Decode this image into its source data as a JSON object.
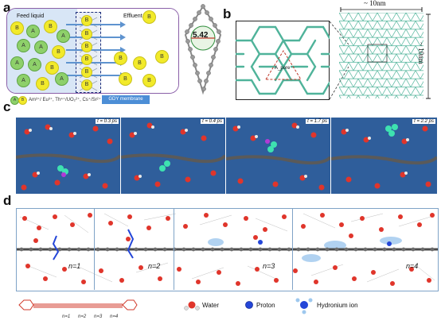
{
  "panel_labels": {
    "a": "a",
    "b": "b",
    "c": "c",
    "d": "d"
  },
  "panel_a": {
    "feed_label": "Feed liquid",
    "effluent_label": "Effluent",
    "pore_value": "5.42",
    "membrane_label": "GDY membrane",
    "legend_ions": "Am³⁺/ Eu³⁺, Th⁴⁺/UO₂²⁺, Cs⁺/Sr²⁺",
    "legend_a": "A",
    "legend_b": "B",
    "feed_ions": [
      {
        "t": "B"
      },
      {
        "t": "A"
      },
      {
        "t": "B"
      },
      {
        "t": "A"
      },
      {
        "t": "A"
      },
      {
        "t": "A"
      },
      {
        "t": "B"
      },
      {
        "t": "A"
      },
      {
        "t": "A"
      },
      {
        "t": "B"
      },
      {
        "t": "A"
      },
      {
        "t": "B"
      },
      {
        "t": "A"
      }
    ],
    "channel_ions": [
      {
        "t": "B"
      },
      {
        "t": "B"
      },
      {
        "t": "B"
      },
      {
        "t": "B"
      },
      {
        "t": "B"
      },
      {
        "t": "B"
      }
    ],
    "effluent_ions": [
      {
        "t": "B"
      },
      {
        "t": "B"
      },
      {
        "t": "B"
      },
      {
        "t": "B"
      },
      {
        "t": "B"
      },
      {
        "t": "B"
      }
    ]
  },
  "panel_b": {
    "width_label": "~ 10nm",
    "height_label": "~ 10nm",
    "area_label": "A_pore"
  },
  "panel_c": {
    "times": [
      "t = 0.3 ps",
      "t = 0.4 ps",
      "t = 1.7 ps",
      "t = 2.2 ps"
    ]
  },
  "panel_d": {
    "n_labels": [
      "n=1",
      "n=2",
      "n=3",
      "n=4"
    ],
    "legend": {
      "water": "Water",
      "proton": "Proton",
      "hydronium": "Hydronium ion"
    },
    "chain_labels": [
      "n=1",
      "n=2",
      "n=3",
      "n=4"
    ]
  },
  "colors": {
    "feed_bg": "#d8e6f6",
    "membrane_blue": "#4c8ed6",
    "md_bg": "#2f5e9b",
    "graphene": "#4fb39a",
    "water_o": "#e0352b",
    "proton": "#2446d8"
  }
}
